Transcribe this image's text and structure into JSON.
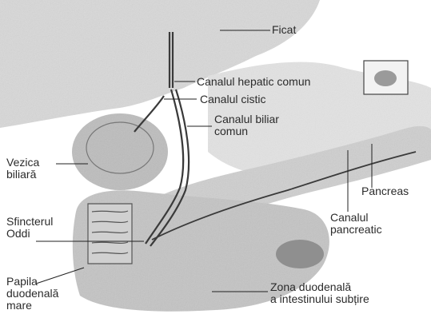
{
  "labels": {
    "ficat": "Ficat",
    "canalul_hepatic_comun": "Canalul hepatic comun",
    "canalul_cistic": "Canalul cistic",
    "canalul_biliar_comun": "Canalul biliar\ncomun",
    "vezica_biliara": "Vezica\nbiliară",
    "pancreas": "Pancreas",
    "canalul_pancreatic": "Canalul\npancreatic",
    "sfincterul_oddi": "Sfincterul\nOddi",
    "papila_duodenala_mare": "Papila\nduodenală\nmare",
    "zona_duodenala": "Zona duodenală\na intestinului subțire"
  },
  "icons": {
    "inset": "pancreas-location-inset-icon"
  }
}
